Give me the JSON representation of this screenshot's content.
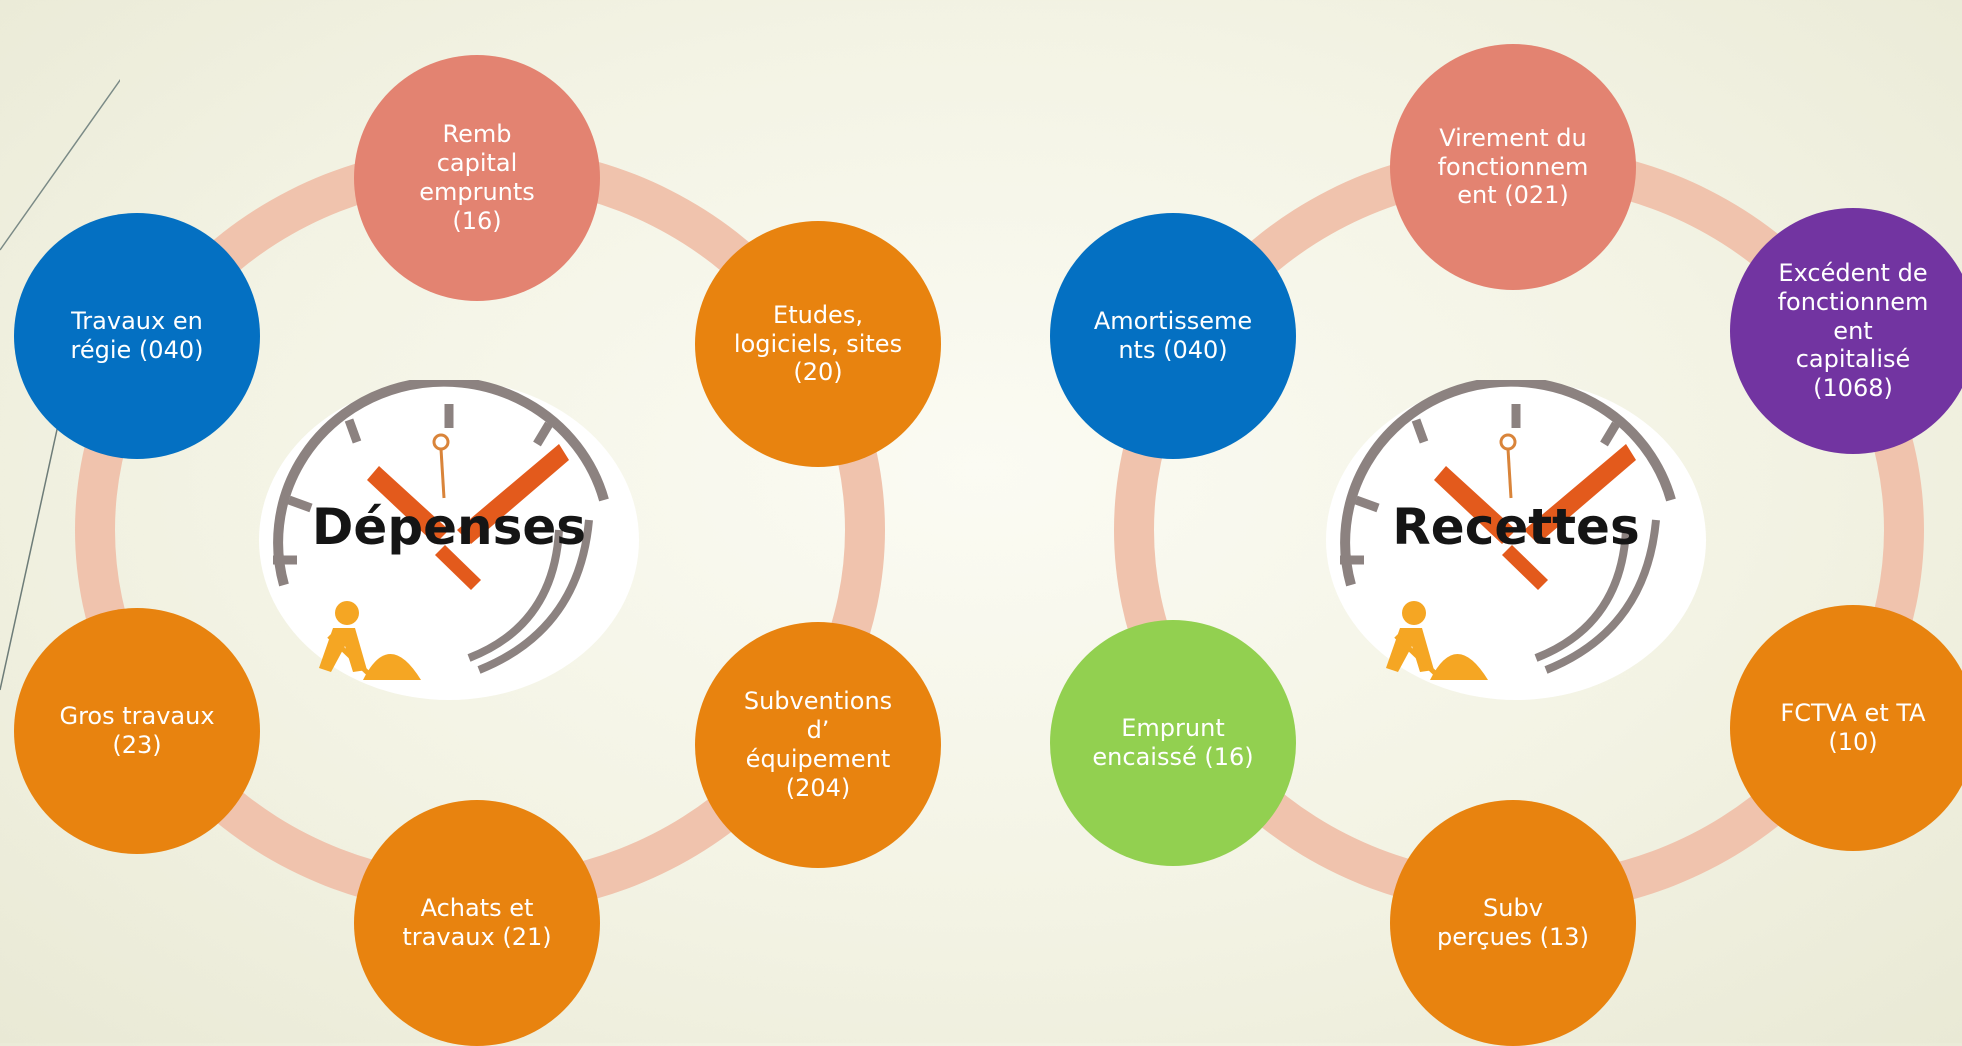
{
  "colors": {
    "salmon": "#e38371",
    "orange": "#e8830f",
    "blue": "#0470c2",
    "purple": "#7234a1",
    "green": "#92d050",
    "ring": "#f0c3ad"
  },
  "depenses": {
    "title": "Dépenses",
    "nodes": {
      "remb": "Remb\ncapital\nemprunts\n(16)",
      "etudes": "Etudes,\nlogiciels, sites\n(20)",
      "subventions": "Subventions\nd’\néquipement\n(204)",
      "achats": "Achats et\ntravaux (21)",
      "gros": "Gros travaux\n(23)",
      "travaux_regie": "Travaux en\nrégie (040)"
    }
  },
  "recettes": {
    "title": "Recettes",
    "nodes": {
      "virement": "Virement du\nfonctionnem\nent (021)",
      "excedent": "Excédent de\nfonctionnem\nent\ncapitalisé\n(1068)",
      "fctva": "FCTVA et TA\n(10)",
      "subv": "Subv\nperçues (13)",
      "emprunt": "Emprunt\nencaissé (16)",
      "amortissements": "Amortisseme\nnts (040)"
    }
  }
}
